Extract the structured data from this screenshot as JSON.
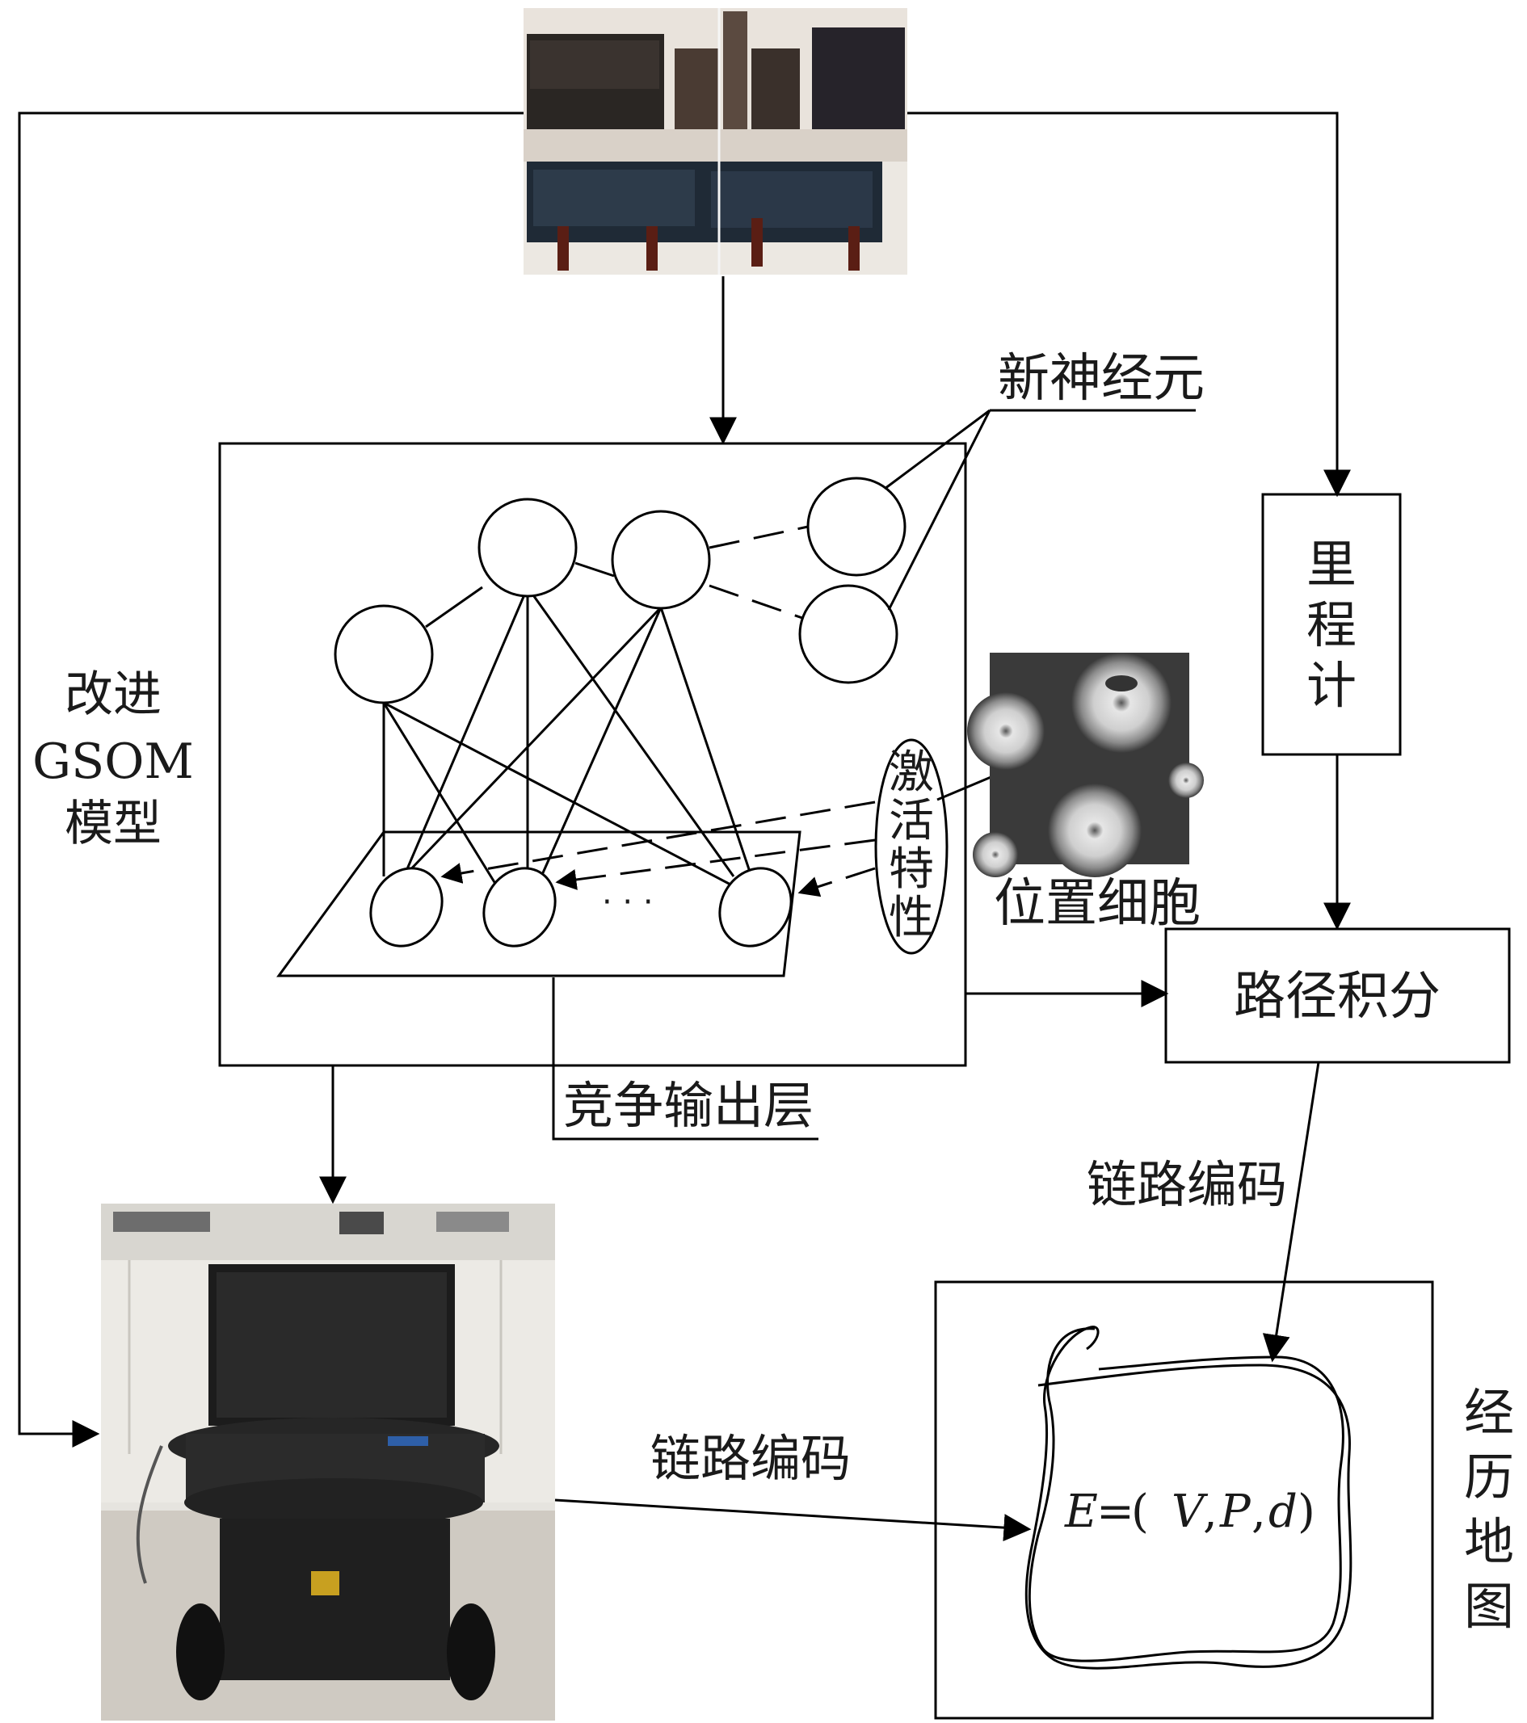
{
  "labels": {
    "new_neuron": "新神经元",
    "model_line1": "改进",
    "model_line2": "GSOM",
    "model_line3": "模型",
    "odometer": [
      "里",
      "程",
      "计"
    ],
    "activation": [
      "激",
      "活",
      "特",
      "性"
    ],
    "place_cell": "位置细胞",
    "path_integration": "路径积分",
    "competitive_output": "竞争输出层",
    "link_coding_top": "链路编码",
    "link_coding_bottom": "链路编码",
    "experience_map": [
      "经",
      "历",
      "地",
      "图"
    ],
    "ellipsis": "· · ·",
    "formula": {
      "E": "E",
      "eq": "=",
      "lparen": "(",
      "V": "V",
      "c1": ",",
      "P": "P",
      "c2": ",",
      "d": "d",
      "rparen": ")"
    }
  },
  "colors": {
    "stroke": "#000000",
    "text": "#1a1a1a",
    "heatmap_bg": "#3a3a3a",
    "cell_outer": "#8a8a8a",
    "cell_inner": "#c8c8c8"
  },
  "icons": {
    "camera_image": "panoramic-camera-photo",
    "robot_image": "mobile-robot-photo",
    "place_cell_map": "place-cell-firing-heatmap"
  }
}
